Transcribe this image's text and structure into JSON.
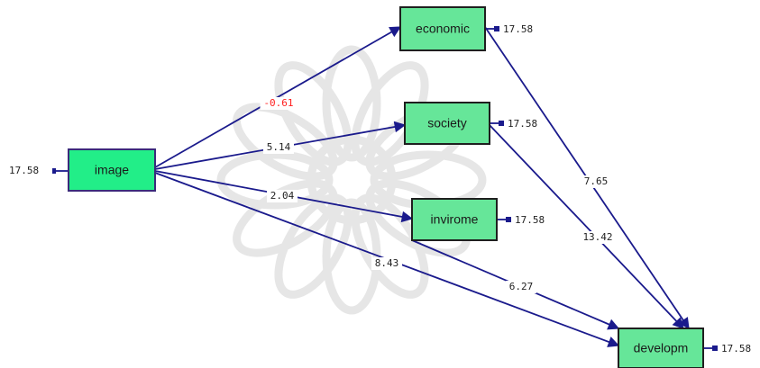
{
  "diagram": {
    "nodes": [
      {
        "id": "image",
        "label": "image",
        "error": "17.58",
        "exogenous": true
      },
      {
        "id": "economic",
        "label": "economic",
        "error": "17.58"
      },
      {
        "id": "society",
        "label": "society",
        "error": "17.58"
      },
      {
        "id": "invirome",
        "label": "invirome",
        "error": "17.58"
      },
      {
        "id": "developm",
        "label": "developm",
        "error": "17.58"
      }
    ],
    "paths": [
      {
        "from": "image",
        "to": "economic",
        "coef": "-0.61",
        "negative": true
      },
      {
        "from": "image",
        "to": "society",
        "coef": "5.14"
      },
      {
        "from": "image",
        "to": "invirome",
        "coef": "2.04"
      },
      {
        "from": "image",
        "to": "developm",
        "coef": "8.43"
      },
      {
        "from": "economic",
        "to": "developm",
        "coef": "7.65"
      },
      {
        "from": "society",
        "to": "developm",
        "coef": "13.42"
      },
      {
        "from": "invirome",
        "to": "developm",
        "coef": "6.27"
      }
    ]
  },
  "colors": {
    "node_fill": "#66e699",
    "exogenous_fill": "#22ee88",
    "arrow": "#1a1a8c",
    "negative_coef": "#ff2020"
  }
}
